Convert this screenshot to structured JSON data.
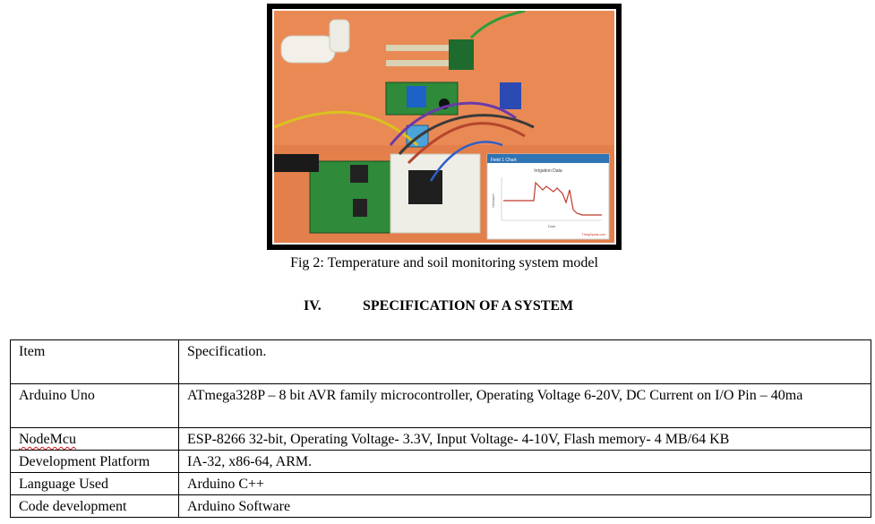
{
  "figure": {
    "caption": "Fig 2: Temperature and soil monitoring system model",
    "inset_chart": {
      "header": "Field 1 Chart",
      "title": "Irrigation Data",
      "xlabel": "Date",
      "ylabel": "Moisture",
      "footer": "ThingSpeak.com"
    }
  },
  "section": {
    "number": "IV.",
    "title": "SPECIFICATION OF A SYSTEM"
  },
  "table": {
    "header": {
      "item": "Item",
      "spec": "Specification."
    },
    "rows": [
      {
        "item": "Arduino Uno",
        "spec": "ATmega328P – 8 bit AVR family microcontroller, Operating Voltage 6-20V, DC Current on I/O Pin – 40ma"
      },
      {
        "item": "NodeMcu",
        "spec": "ESP-8266 32-bit, Operating Voltage- 3.3V, Input Voltage- 4-10V, Flash memory- 4 MB/64 KB"
      },
      {
        "item": "Development Platform",
        "spec": "IA-32, x86-64, ARM."
      },
      {
        "item": "Language Used",
        "spec": "Arduino C++"
      },
      {
        "item": "Code development",
        "spec": "Arduino Software"
      }
    ]
  },
  "colors": {
    "table_border": "#000000",
    "spellcheck_underline": "#d11a1a",
    "photo_background": "#e98a55",
    "pcb_green": "#2f8a3a",
    "breadboard": "#eeeee6",
    "chart_header": "#2f74b5",
    "chart_line": "#c0392b"
  }
}
